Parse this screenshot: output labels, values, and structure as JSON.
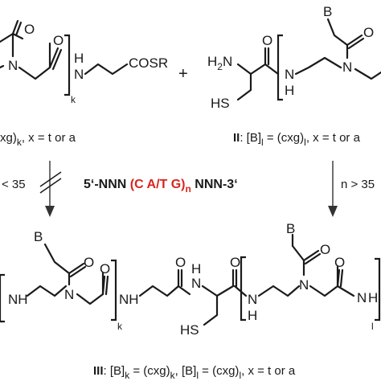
{
  "atoms": {
    "O": "O",
    "N": "N",
    "NH": "NH",
    "H": "H",
    "B": "B",
    "HS": "HS",
    "H2N_main": "H",
    "H2N_sub": "2",
    "H2N_tail": "N",
    "COSR": "COSR"
  },
  "compound_1": {
    "label_tail": "xg)",
    "label_sub": "k",
    "label_rest": ", x = t or a",
    "repeat": "k"
  },
  "plus": "+",
  "compound_2": {
    "label_bold": "II",
    "label_text": ": [B]",
    "label_sub1": "l",
    "label_mid": " = (cxg)",
    "label_sub2": "l",
    "label_rest": ", x = t or a"
  },
  "reaction": {
    "left_condition": "< 35",
    "right_condition": "n > 35",
    "seq_start": "5‘-NNN ",
    "seq_red": "(C A/T G)",
    "seq_red_sub": "n",
    "seq_end": " NNN-3‘"
  },
  "compound_3": {
    "label_bold": "III",
    "label_text": ": [B]",
    "label_sub1": "k",
    "label_mid1": " = (cxg)",
    "label_sub2": "k",
    "label_mid2": ", [B]",
    "label_sub3": "l",
    "label_mid3": " = (cxg)",
    "label_sub4": "l",
    "label_rest": ", x = t or a",
    "repeat_k": "k",
    "repeat_l": "l"
  },
  "colors": {
    "ink": "#1a1a1a",
    "highlight": "#d7261e"
  }
}
